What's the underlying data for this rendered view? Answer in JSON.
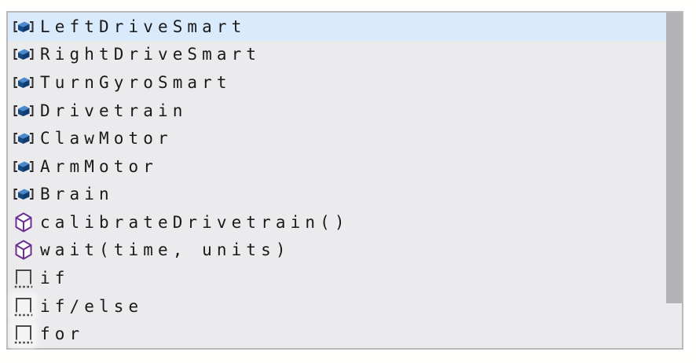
{
  "colors": {
    "selected_row_bg": "#d9eafd",
    "panel_bg": "#ebebed",
    "panel_border": "#b9b9bb",
    "scrollbar_thumb": "#b3b3b5",
    "text": "#1a1a1a",
    "brick_icon_dark_blue": "#154a82",
    "brick_icon_light_blue": "#4a89cc",
    "cube_icon_purple": "#6b2f94",
    "snippet_icon_gray": "#4a4a4a"
  },
  "suggestions": {
    "selected_index": 0,
    "items": [
      {
        "label": "LeftDriveSmart",
        "icon": "vex-brick-icon"
      },
      {
        "label": "RightDriveSmart",
        "icon": "vex-brick-icon"
      },
      {
        "label": "TurnGyroSmart",
        "icon": "vex-brick-icon"
      },
      {
        "label": "Drivetrain",
        "icon": "vex-brick-icon"
      },
      {
        "label": "ClawMotor",
        "icon": "vex-brick-icon"
      },
      {
        "label": "ArmMotor",
        "icon": "vex-brick-icon"
      },
      {
        "label": "Brain",
        "icon": "vex-brick-icon"
      },
      {
        "label": "calibrateDrivetrain()",
        "icon": "cube-icon"
      },
      {
        "label": "wait(time, units)",
        "icon": "cube-icon"
      },
      {
        "label": "if",
        "icon": "snippet-icon"
      },
      {
        "label": "if/else",
        "icon": "snippet-icon"
      },
      {
        "label": "for",
        "icon": "snippet-icon"
      }
    ]
  }
}
